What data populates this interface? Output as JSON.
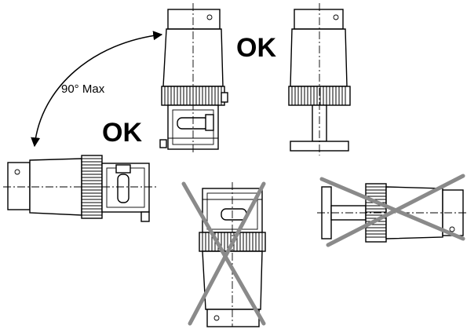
{
  "labels": {
    "ok_top": "OK",
    "ok_left": "OK",
    "angle": "90° Max"
  },
  "colors": {
    "line": "#000000",
    "cross": "#8a8a8a",
    "background": "#ffffff"
  },
  "positions": [
    {
      "orientation": "vertical-up-with-body",
      "allowed": true
    },
    {
      "orientation": "vertical-up-with-base",
      "allowed": true
    },
    {
      "orientation": "horizontal",
      "allowed": true
    },
    {
      "orientation": "vertical-down",
      "allowed": false
    },
    {
      "orientation": "horizontal-reversed",
      "allowed": false
    }
  ]
}
